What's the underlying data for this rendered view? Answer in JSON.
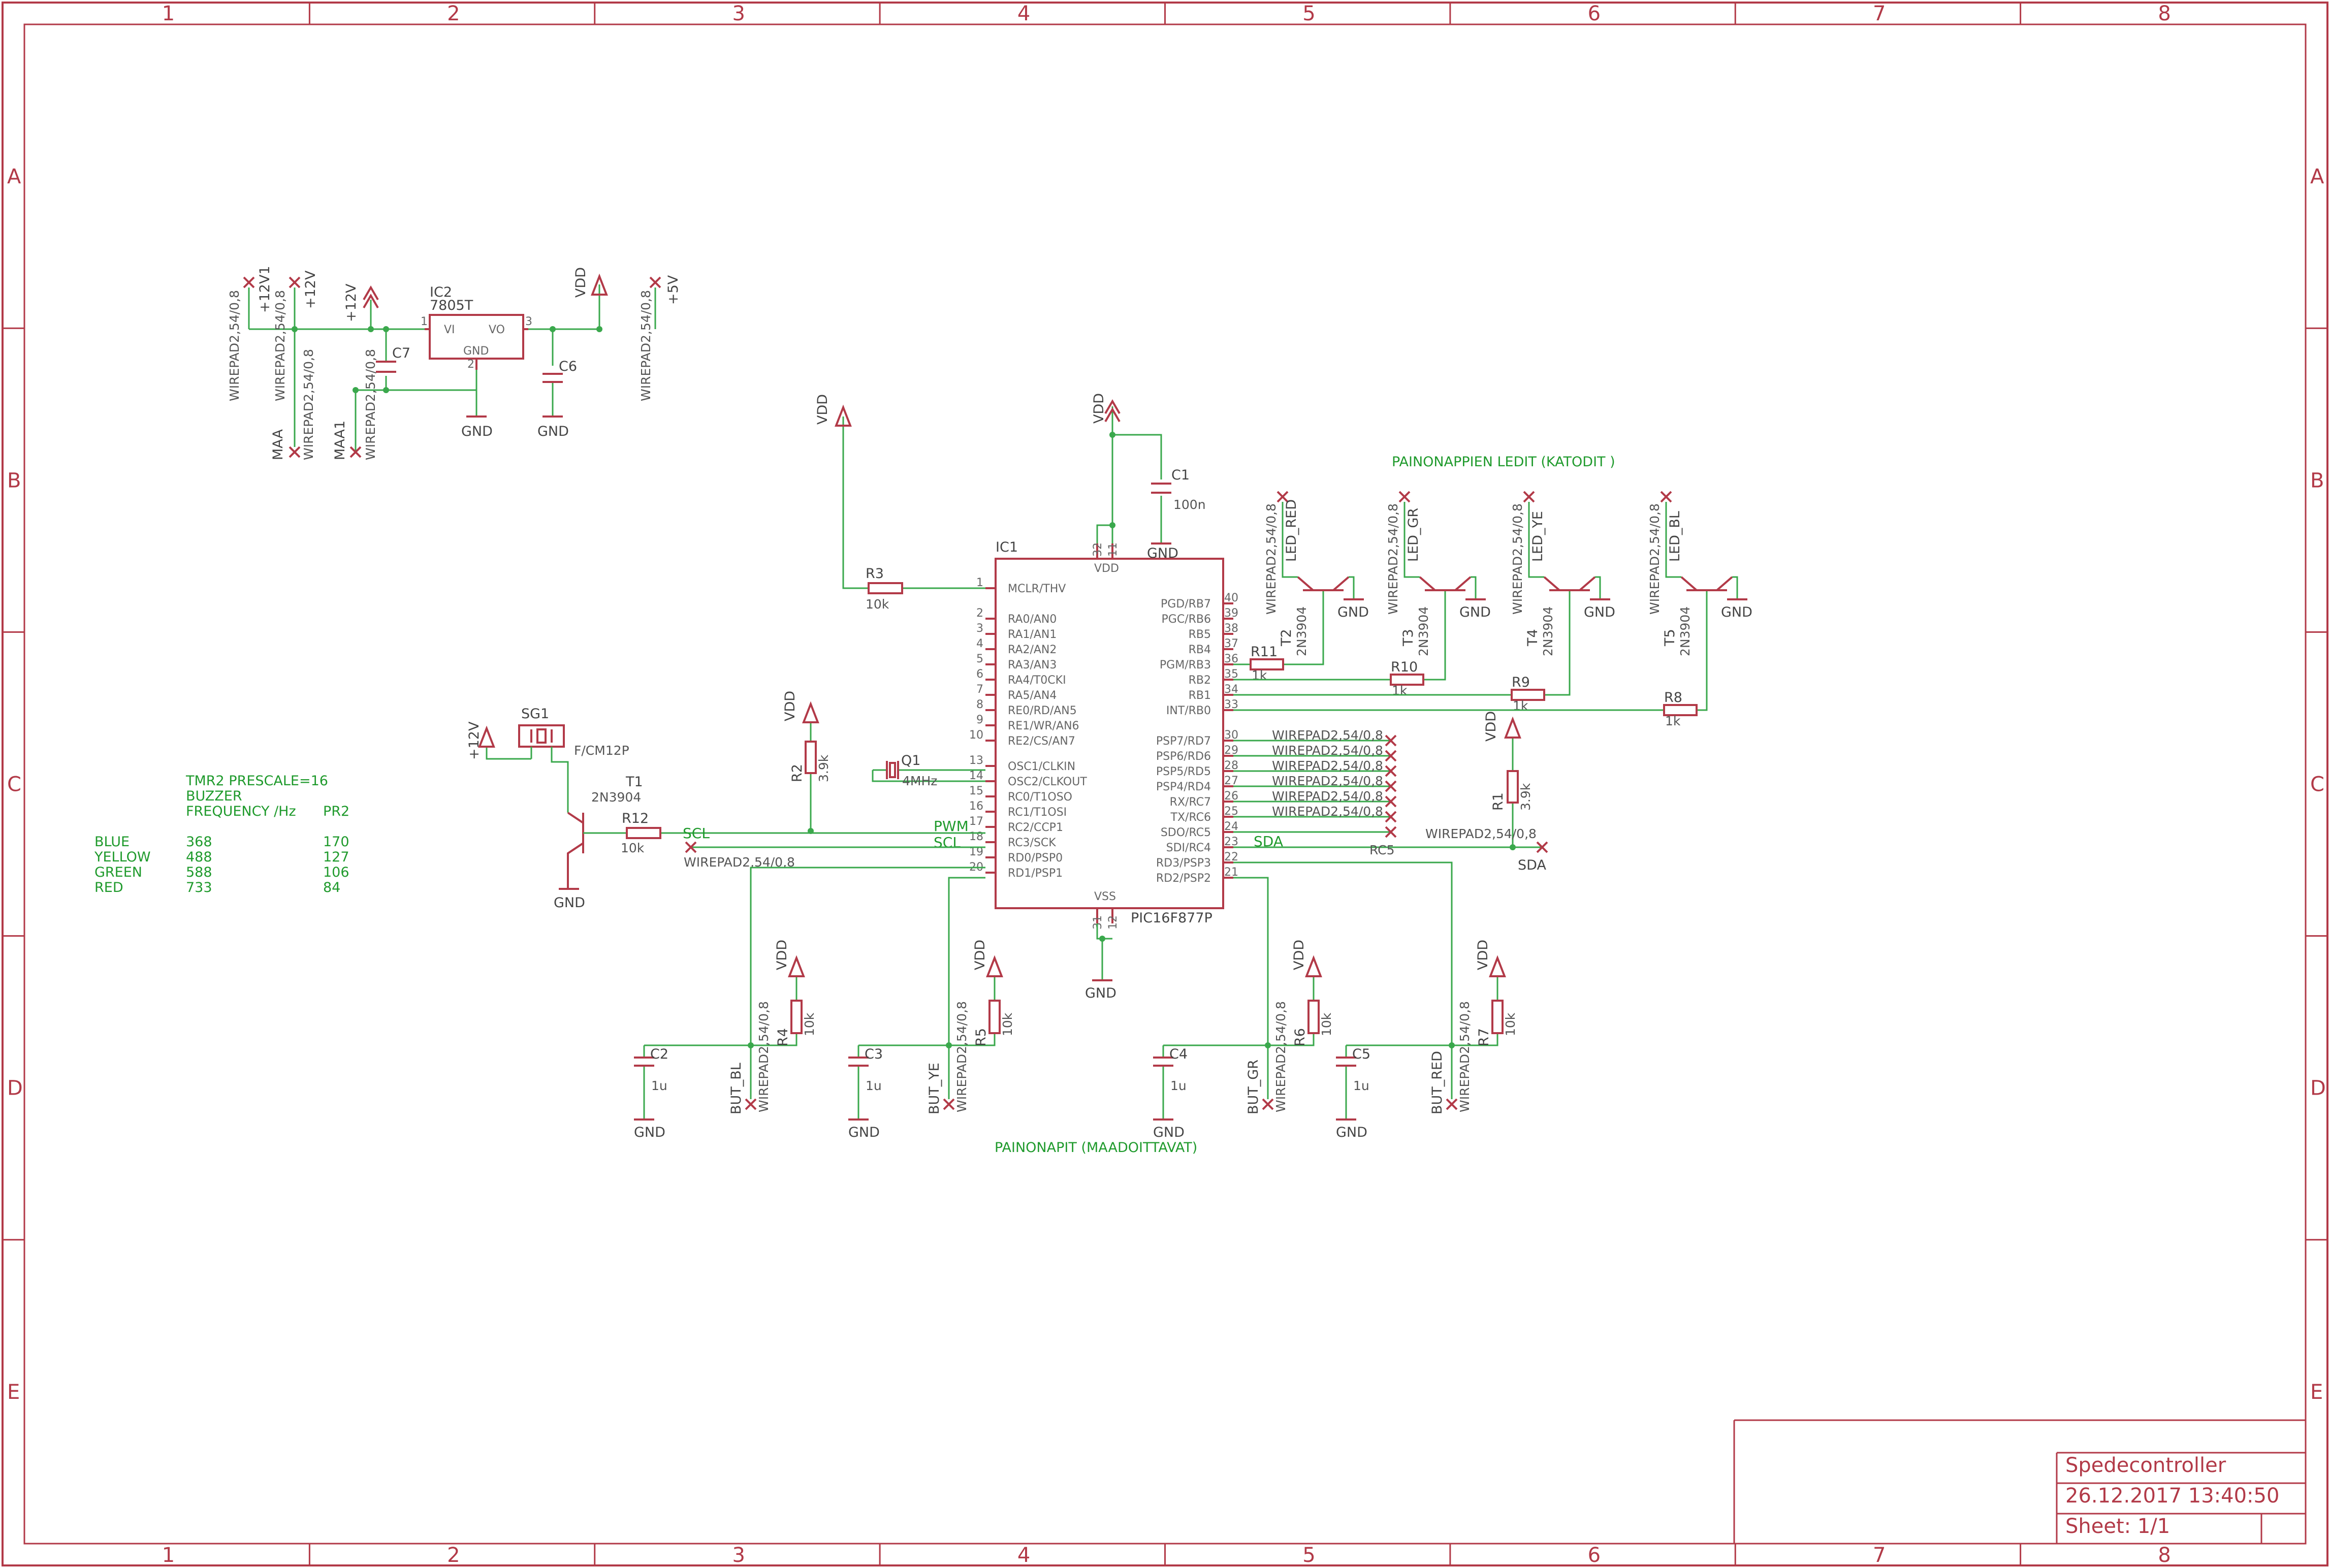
{
  "frame": {
    "columns": [
      "1",
      "2",
      "3",
      "4",
      "5",
      "6",
      "7",
      "8"
    ],
    "rows": [
      "A",
      "B",
      "C",
      "D",
      "E"
    ]
  },
  "title_block": {
    "title": "Spedecontroller",
    "date": "26.12.2017 13:40:50",
    "sheet": "Sheet: 1/1"
  },
  "notes": {
    "led_header": "PAINONAPPIEN LEDIT (KATODIT )",
    "button_header": "PAINONAPIT (MAADOITTAVAT)",
    "buzzer_line1": "TMR2 PRESCALE=16",
    "buzzer_line2": "BUZZER",
    "buzzer_col_freq": "FREQUENCY /Hz",
    "buzzer_col_pr2": "PR2",
    "buzzer_table": [
      {
        "color": "BLUE",
        "freq": "368",
        "pr2": "170"
      },
      {
        "color": "YELLOW",
        "freq": "488",
        "pr2": "127"
      },
      {
        "color": "GREEN",
        "freq": "588",
        "pr2": "106"
      },
      {
        "color": "RED",
        "freq": "733",
        "pr2": "84"
      }
    ]
  },
  "mcu": {
    "name": "IC1",
    "part": "PIC16F877P",
    "vdd": "VDD",
    "vss": "VSS",
    "vdd_pins": [
      "32",
      "11"
    ],
    "vss_pins": [
      "31",
      "12"
    ],
    "left_pins": [
      {
        "num": "1",
        "label": "MCLR/THV"
      },
      {
        "num": "2",
        "label": "RA0/AN0"
      },
      {
        "num": "3",
        "label": "RA1/AN1"
      },
      {
        "num": "4",
        "label": "RA2/AN2"
      },
      {
        "num": "5",
        "label": "RA3/AN3"
      },
      {
        "num": "6",
        "label": "RA4/T0CKI"
      },
      {
        "num": "7",
        "label": "RA5/AN4"
      },
      {
        "num": "8",
        "label": "RE0/RD/AN5"
      },
      {
        "num": "9",
        "label": "RE1/WR/AN6"
      },
      {
        "num": "10",
        "label": "RE2/CS/AN7"
      },
      {
        "num": "13",
        "label": "OSC1/CLKIN"
      },
      {
        "num": "14",
        "label": "OSC2/CLKOUT"
      },
      {
        "num": "15",
        "label": "RC0/T1OSO"
      },
      {
        "num": "16",
        "label": "RC1/T1OSI"
      },
      {
        "num": "17",
        "label": "RC2/CCP1"
      },
      {
        "num": "18",
        "label": "RC3/SCK"
      },
      {
        "num": "19",
        "label": "RD0/PSP0"
      },
      {
        "num": "20",
        "label": "RD1/PSP1"
      }
    ],
    "right_pins": [
      {
        "num": "40",
        "label": "PGD/RB7"
      },
      {
        "num": "39",
        "label": "PGC/RB6"
      },
      {
        "num": "38",
        "label": "RB5"
      },
      {
        "num": "37",
        "label": "RB4"
      },
      {
        "num": "36",
        "label": "PGM/RB3"
      },
      {
        "num": "35",
        "label": "RB2"
      },
      {
        "num": "34",
        "label": "RB1"
      },
      {
        "num": "33",
        "label": "INT/RB0"
      },
      {
        "num": "30",
        "label": "PSP7/RD7"
      },
      {
        "num": "29",
        "label": "PSP6/RD6"
      },
      {
        "num": "28",
        "label": "PSP5/RD5"
      },
      {
        "num": "27",
        "label": "PSP4/RD4"
      },
      {
        "num": "26",
        "label": "RX/RC7"
      },
      {
        "num": "25",
        "label": "TX/RC6"
      },
      {
        "num": "24",
        "label": "SDO/RC5"
      },
      {
        "num": "23",
        "label": "SDI/RC4"
      },
      {
        "num": "22",
        "label": "RD3/PSP3"
      },
      {
        "num": "21",
        "label": "RD2/PSP2"
      }
    ]
  },
  "labels": {
    "vdd": "VDD",
    "gnd": "GND",
    "plus12v": "+12V",
    "plus12v1": "+12V1",
    "plus5v": "+5V",
    "maa": "MAA",
    "maa1": "MAA1",
    "wirepad": "WIREPAD2,54/0,8",
    "ic2_name": "IC2",
    "ic2_part": "7805T",
    "ic2_vi": "VI",
    "ic2_vo": "VO",
    "ic2_gnd": "GND",
    "ic2_pin1": "1",
    "ic2_pin2": "2",
    "ic2_pin3": "3",
    "c7": "C7",
    "c6": "C6",
    "c1": "C1",
    "c1_val": "100n",
    "r3": "R3",
    "r3_val": "10k",
    "q1": "Q1",
    "q1_val": "4MHz",
    "r2": "R2",
    "r2_val": "3.9k",
    "sg1": "SG1",
    "sg1_part": "F/CM12P",
    "t1": "T1",
    "t1_part": "2N3904",
    "r12": "R12",
    "r12_val": "10k",
    "scl": "SCL",
    "sda": "SDA",
    "pwm": "PWM",
    "rc5": "RC5",
    "r1": "R1",
    "r1_val": "3.9k",
    "r8": "R8",
    "r9": "R9",
    "r10": "R10",
    "r11": "R11",
    "r_led_val": "1k",
    "t2": "T2",
    "t3": "T3",
    "t4": "T4",
    "t5": "T5",
    "t_part": "2N3904",
    "led_red": "LED_RED",
    "led_gr": "LED_GR",
    "led_ye": "LED_YE",
    "led_bl": "LED_BL",
    "c2": "C2",
    "c3": "C3",
    "c4": "C4",
    "c5": "C5",
    "c_btn_val": "1u",
    "r4": "R4",
    "r5": "R5",
    "r6": "R6",
    "r7": "R7",
    "r_btn_val": "10k",
    "but_bl": "BUT_BL",
    "but_ye": "BUT_YE",
    "but_gr": "BUT_GR",
    "but_red": "BUT_RED"
  }
}
